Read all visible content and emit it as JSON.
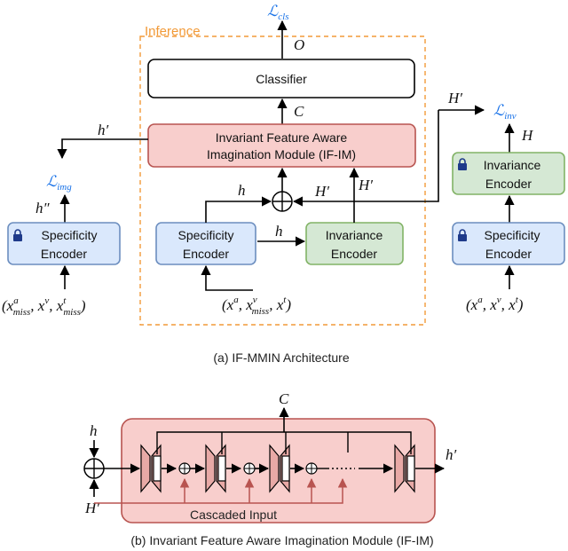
{
  "inference_label": "Inference",
  "classifier": "Classifier",
  "ifim": {
    "line1": "Invariant Feature Aware",
    "line2": "Imagination Module (IF-IM)"
  },
  "encoders": {
    "left_spec": {
      "line1": "Specificity",
      "line2": "Encoder"
    },
    "center_spec": {
      "line1": "Specificity",
      "line2": "Encoder"
    },
    "center_inv": {
      "line1": "Invariance",
      "line2": "Encoder"
    },
    "right_inv": {
      "line1": "Invariance",
      "line2": "Encoder"
    },
    "right_spec": {
      "line1": "Specificity",
      "line2": "Encoder"
    }
  },
  "losses": {
    "cls": "cls",
    "img": "img",
    "inv": "inv",
    "symbol": "ℒ"
  },
  "symbols": {
    "O": "O",
    "C": "C",
    "h": "h",
    "h_prime": "h′",
    "h_dprime": "h″",
    "H_prime": "H′",
    "H": "H"
  },
  "inputs": {
    "left": "(xᵃmiss, xᵛ, xᵗmiss)",
    "center": "(xᵃ, xᵛmiss, xᵗ)",
    "right": "(xᵃ, xᵛ, xᵗ)"
  },
  "captions": {
    "a": "(a) IF-MMIN Architecture",
    "b": "(b) Invariant Feature Aware Imagination Module (IF-IM)",
    "cascaded": "Cascaded Input"
  },
  "colors": {
    "loss_blue": "#1a73e8",
    "inference_orange": "#f29a38",
    "spec_fill": "#dae8fc",
    "spec_stroke": "#6c8ebf",
    "inv_fill": "#d5e8d4",
    "inv_stroke": "#82b366",
    "ifim_fill": "#f8cecc",
    "ifim_stroke": "#b85450",
    "cascade_red": "#b85450"
  }
}
